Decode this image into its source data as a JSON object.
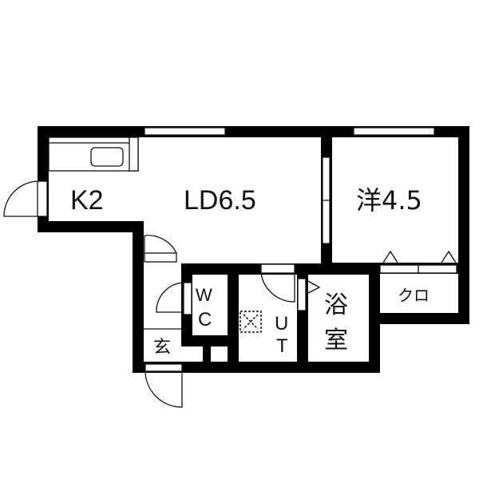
{
  "floor_plan": {
    "colors": {
      "wall": "#000000",
      "background": "#ffffff",
      "line": "#111111"
    },
    "rooms": {
      "kitchen": {
        "label": "K2"
      },
      "living_dining": {
        "label": "LD6.5"
      },
      "western_room": {
        "label": "洋4.5"
      },
      "closet": {
        "label": "クロ"
      },
      "bathroom": {
        "label_line1": "浴",
        "label_line2": "室"
      },
      "utility": {
        "label_line1": "U",
        "label_line2": "T"
      },
      "toilet": {
        "label_line1": "W",
        "label_line2": "C"
      },
      "entrance": {
        "label": "玄"
      }
    }
  }
}
